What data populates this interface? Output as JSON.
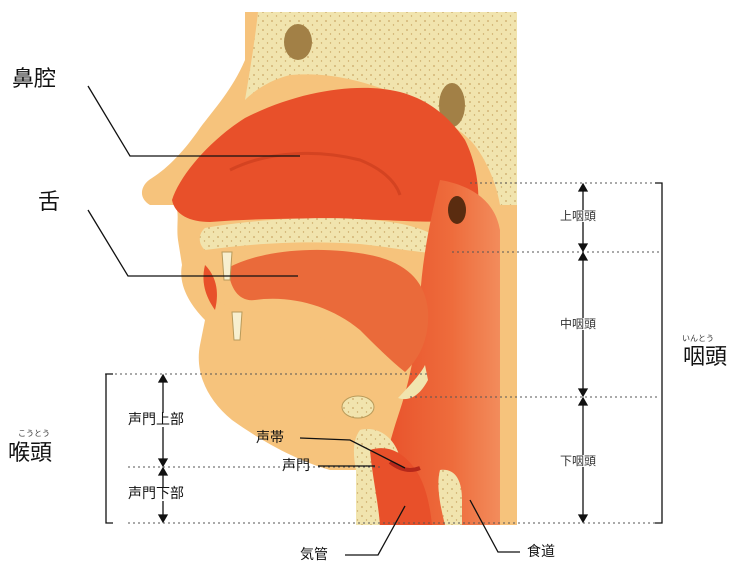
{
  "labels": {
    "nasal_cavity": "鼻腔",
    "tongue": "舌",
    "pharynx": "咽頭",
    "pharynx_ruby": "いんとう",
    "larynx": "喉頭",
    "larynx_ruby": "こうとう",
    "upper_pharynx": "上咽頭",
    "mid_pharynx": "中咽頭",
    "lower_pharynx": "下咽頭",
    "supraglottic": "声門上部",
    "subglottic": "声門下部",
    "vocal_cords": "声帯",
    "glottis": "声門",
    "trachea": "気管",
    "esophagus": "食道"
  },
  "colors": {
    "skin": "#f6c37c",
    "bone": "#f1e4ae",
    "bone_dots": "#c9a765",
    "cavity": "#e8502a",
    "cavity_dark": "#c73a1c",
    "airway_light": "#f08458",
    "line": "#111111"
  }
}
